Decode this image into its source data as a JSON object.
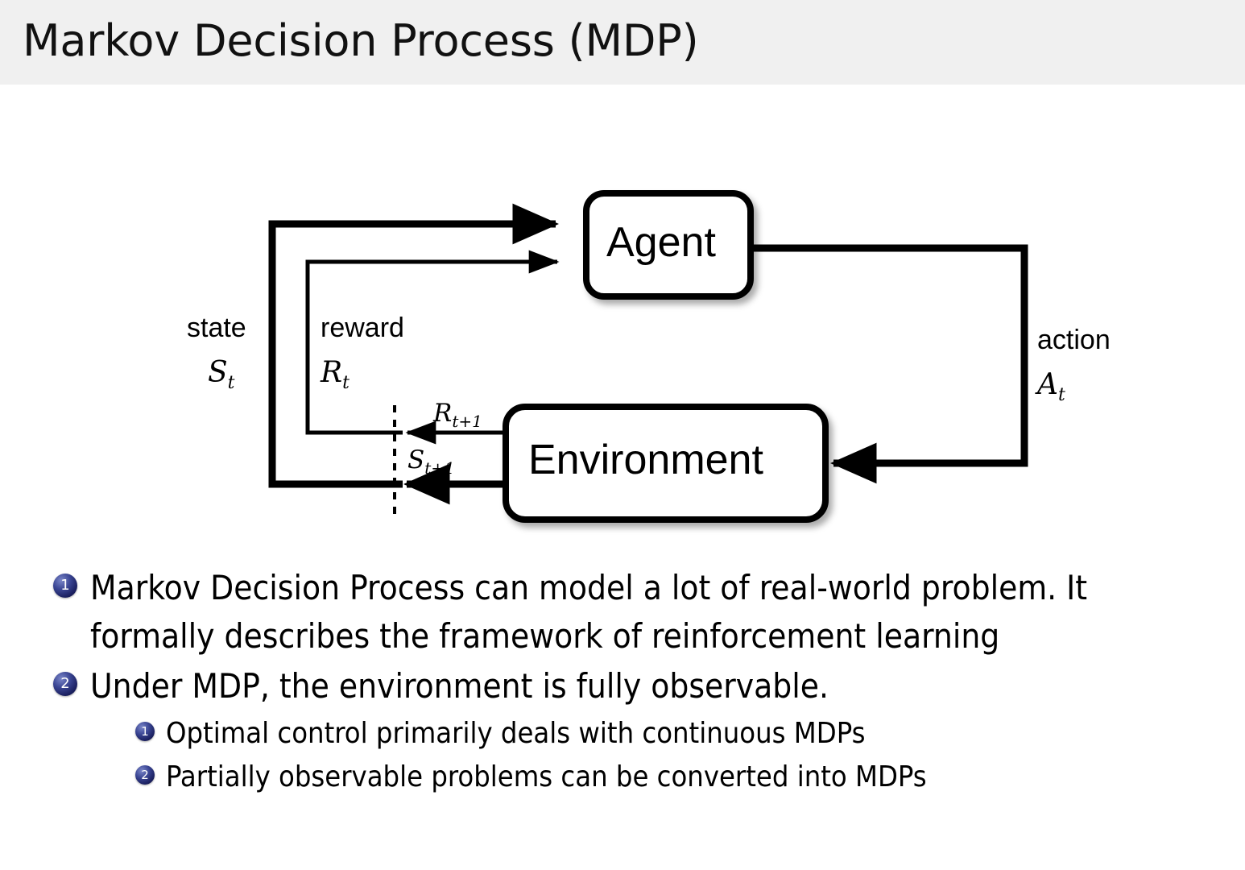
{
  "slide": {
    "title": "Markov Decision Process (MDP)",
    "header_bg": "#f0f0f0",
    "page_bg": "#ffffff",
    "text_color": "#000000",
    "bullet_color": "#2a3480"
  },
  "diagram": {
    "name": "agent-environment-interaction-loop",
    "nodes": [
      {
        "id": "agent",
        "label": "Agent"
      },
      {
        "id": "environment",
        "label": "Environment"
      }
    ],
    "signals": {
      "state_label": "state",
      "state_symbol": "S",
      "state_subscript": "t",
      "reward_label": "reward",
      "reward_symbol": "R",
      "reward_subscript": "t",
      "action_label": "action",
      "action_symbol": "A",
      "action_subscript": "t",
      "next_reward_symbol": "R",
      "next_reward_subscript": "t+1",
      "next_state_symbol": "S",
      "next_state_subscript": "t+1"
    },
    "edges": [
      {
        "from": "environment",
        "to": "agent",
        "signal": "state"
      },
      {
        "from": "environment",
        "to": "agent",
        "signal": "reward"
      },
      {
        "from": "agent",
        "to": "environment",
        "signal": "action"
      }
    ],
    "time_separator": "dashed-vertical-line"
  },
  "bullets": [
    {
      "number": "1",
      "line1": "Markov Decision Process can model a lot of real-world problem. It",
      "line2": "formally describes the framework of reinforcement learning"
    },
    {
      "number": "2",
      "line1": "Under MDP, the environment is fully observable.",
      "line2": ""
    }
  ],
  "sub_bullets": [
    {
      "number": "1",
      "text": "Optimal control primarily deals with continuous MDPs"
    },
    {
      "number": "2",
      "text": "Partially observable problems can be converted into MDPs"
    }
  ]
}
